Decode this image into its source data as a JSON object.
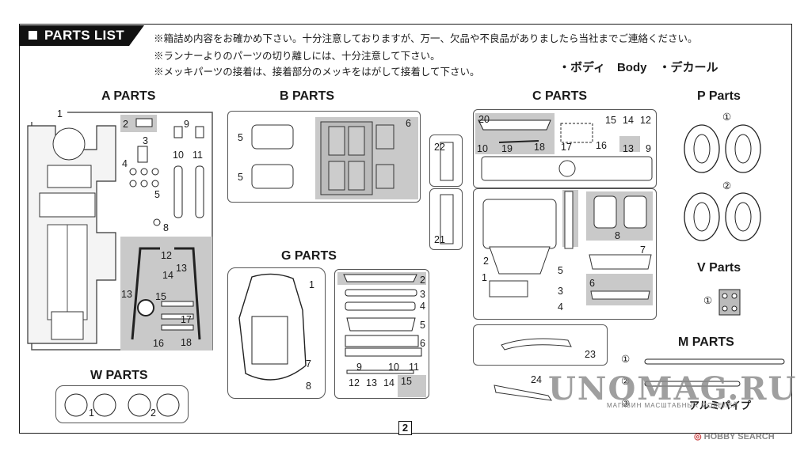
{
  "header": {
    "title": "PARTS LIST",
    "notices": [
      "※箱詰め内容をお確かめ下さい。十分注意しておりますが、万一、欠品や不良品がありましたら当社までご連絡ください。",
      "※ランナーよりのパーツの切り離しには、十分注意して下さい。",
      "※メッキパーツの接着は、接着部分のメッキをはがして接着して下さい。"
    ],
    "legend": "・ボディ　Body　・デカール"
  },
  "sections": {
    "a": "A PARTS",
    "b": "B PARTS",
    "c": "C PARTS",
    "g": "G PARTS",
    "p": "P Parts",
    "v": "V Parts",
    "m": "M PARTS",
    "w": "W PARTS"
  },
  "labels": {
    "a": [
      "1",
      "2",
      "3",
      "4",
      "5",
      "8",
      "9",
      "10",
      "11",
      "12",
      "13",
      "14",
      "13",
      "15",
      "16",
      "17",
      "18"
    ],
    "b": [
      "5",
      "5",
      "6"
    ],
    "c": [
      "20",
      "15",
      "14",
      "12",
      "10",
      "19",
      "18",
      "17",
      "16",
      "13",
      "9",
      "22",
      "21",
      "2",
      "1",
      "5",
      "3",
      "4",
      "8",
      "7",
      "6",
      "23",
      "24"
    ],
    "g": [
      "1",
      "7",
      "8",
      "2",
      "3",
      "4",
      "5",
      "6",
      "9",
      "10",
      "11",
      "12",
      "13",
      "14",
      "15"
    ],
    "p": [
      "①",
      "②"
    ],
    "v": [
      "①"
    ],
    "m": [
      "①",
      "②",
      "③"
    ],
    "m_text": "アルミパイプ",
    "w": [
      "1",
      "2"
    ]
  },
  "page_number": "2",
  "watermark": {
    "text": "UNOMAG.RU",
    "sub": "МАГАЗИН МАСШТАБНЫХ МОДЕЛЕЙ"
  },
  "credit": "HOBBY SEARCH"
}
